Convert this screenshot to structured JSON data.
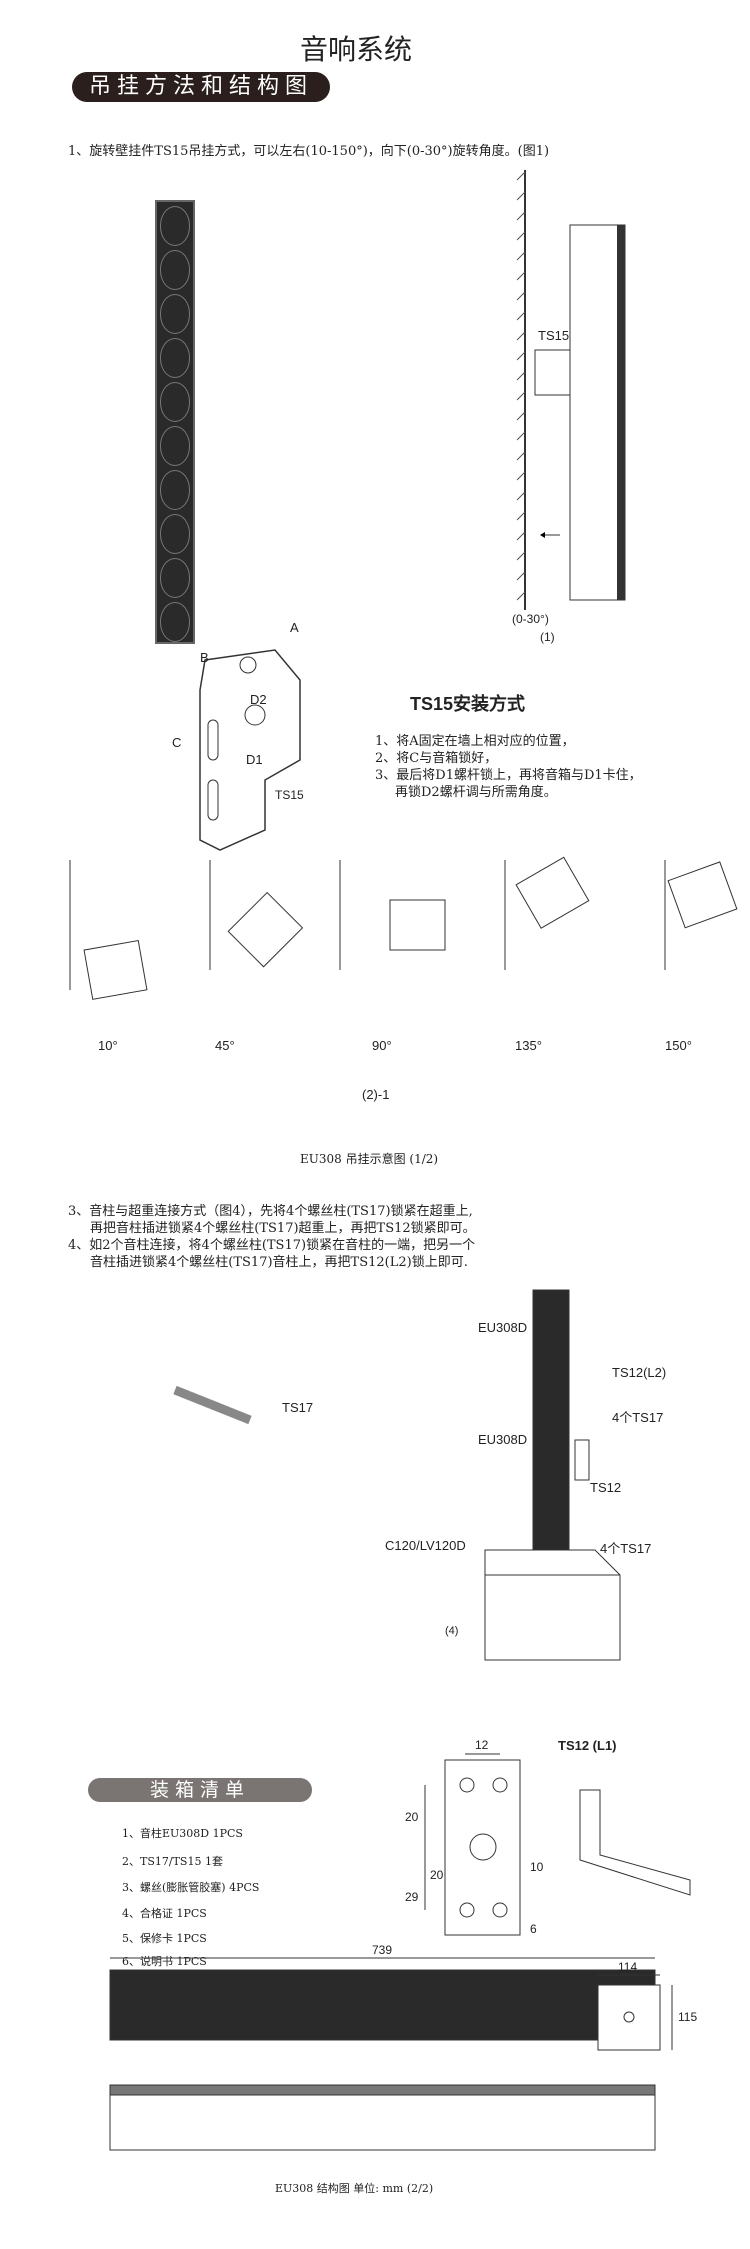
{
  "title": "音响系统",
  "section1": "吊挂方法和结构图",
  "step1": "1、旋转壁挂件TS15吊挂方式，可以左右(10-150°)，向下(0-30°)旋转角度。(图1)",
  "fig1": {
    "ts15": "TS15",
    "range": "(0-30°)",
    "num": "(1)"
  },
  "bracket": {
    "a": "A",
    "b": "B",
    "c": "C",
    "d2": "D2",
    "d1": "D1",
    "name": "TS15"
  },
  "ts15_install": {
    "title": "TS15安装方式",
    "steps": [
      "1、将A固定在墙上相对应的位置，",
      "2、将C与音箱锁好，",
      "3、最后将D1螺杆锁上，再将音箱与D1卡住，",
      "再锁D2螺杆调与所需角度。"
    ]
  },
  "angles": [
    "10°",
    "45°",
    "90°",
    "135°",
    "150°"
  ],
  "fig2": "(2)-1",
  "caption1": "EU308 吊挂示意图 (1/2)",
  "step3": [
    "3、音柱与超重连接方式（图4），先将4个螺丝柱(TS17)锁紧在超重上,",
    "再把音柱插进锁紧4个螺丝柱(TS17)超重上，再把TS12锁紧即可。"
  ],
  "step4": [
    "4、如2个音柱连接，将4个螺丝柱(TS17)锁紧在音柱的一端，把另一个",
    "音柱插进锁紧4个螺丝柱(TS17)音柱上，再把TS12(L2)锁上即可."
  ],
  "fig4": {
    "ts17": "TS17",
    "eu308d_top": "EU308D",
    "ts12l2": "TS12(L2)",
    "ts17a": "4个TS17",
    "eu308d_bot": "EU308D",
    "ts12": "TS12",
    "sub": "C120/LV120D",
    "ts17b": "4个TS17",
    "num": "(4)"
  },
  "packing": {
    "title": "装箱清单",
    "items": [
      "1、音柱EU308D  1PCS",
      "2、TS17/TS15 1套",
      "3、螺丝(膨胀管胶塞)   4PCS",
      "4、合格证      1PCS",
      "5、保修卡      1PCS",
      "6、说明书      1PCS"
    ]
  },
  "ts12l1": {
    "title": "TS12 (L1)",
    "d12": "12",
    "d20a": "20",
    "d20b": "20",
    "d29": "29",
    "d10": "10",
    "d6": "6"
  },
  "dims": {
    "length": "739",
    "width": "114",
    "height": "115"
  },
  "caption2": "EU308 结构图 单位: mm (2/2)"
}
